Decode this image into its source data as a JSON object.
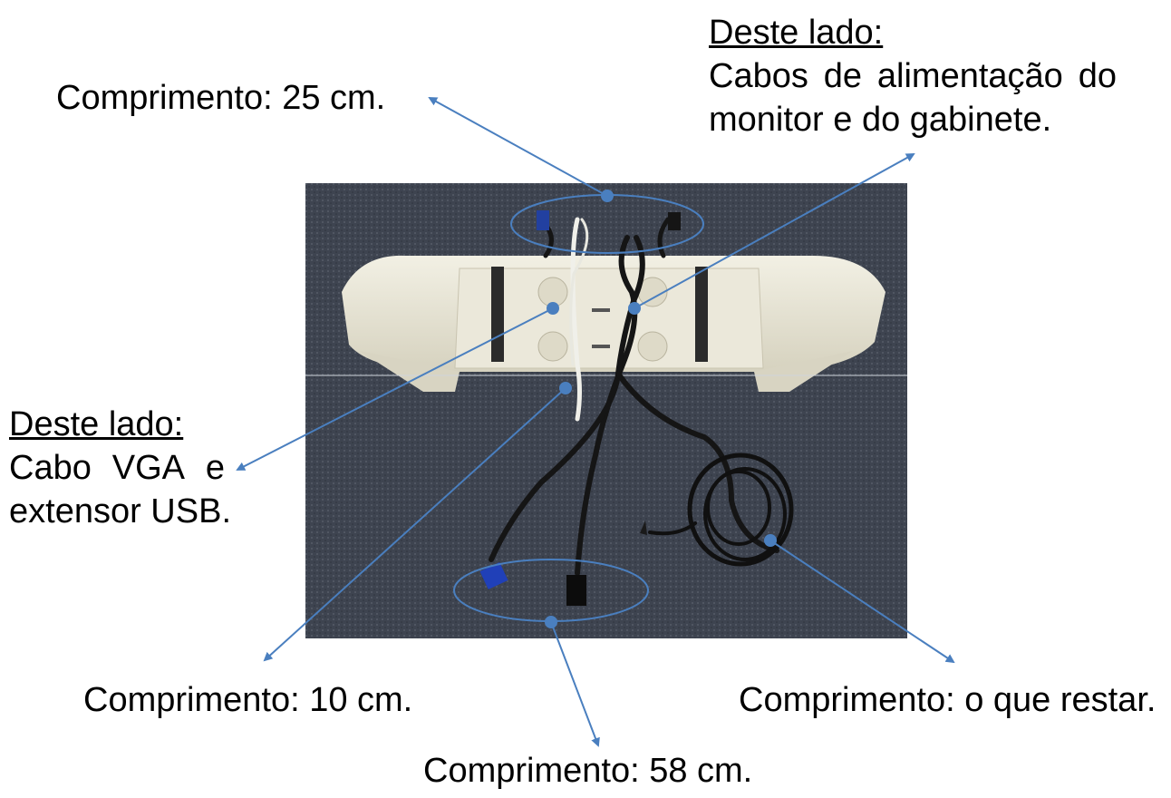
{
  "callouts": {
    "top_left_length": "Comprimento: 25 cm.",
    "top_right": {
      "heading": "Deste lado:",
      "line1_words": [
        "Cabos",
        "de",
        "alimentação",
        "do"
      ],
      "line2": "monitor e do gabinete."
    },
    "left": {
      "heading": "Deste lado:",
      "line1_words": [
        "Cabo",
        "VGA",
        "e"
      ],
      "line2": "extensor USB."
    },
    "bottom_left_length": "Comprimento: 10 cm.",
    "bottom_center_length": "Comprimento: 58 cm.",
    "bottom_right_length": "Comprimento: o que restar."
  },
  "colors": {
    "arrow": "#4a7fbf",
    "carpet": "#3e4450",
    "stand": "#e9e6d6"
  },
  "photo_description_icon": "monitor-stand-photo"
}
